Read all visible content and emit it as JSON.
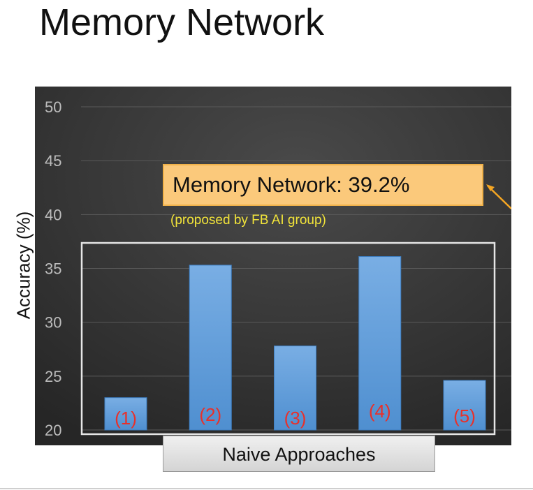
{
  "title": "Memory Network",
  "chart_data": {
    "type": "bar",
    "categories": [
      "(1)",
      "(2)",
      "(3)",
      "(4)",
      "(5)"
    ],
    "values": [
      23.0,
      35.3,
      27.8,
      36.1,
      24.6
    ],
    "xlabel": "Naive Approaches",
    "ylabel": "Accuracy (%)",
    "ylim": [
      20,
      50
    ],
    "yticks": [
      "20",
      "25",
      "30",
      "35",
      "40",
      "45",
      "50"
    ],
    "grid": true,
    "bar_color": "#5b9bd5",
    "label_color": "#e8302a",
    "annotation": {
      "text": "Memory Network: 39.2%",
      "value": 39.2,
      "subtext": "(proposed by FB AI group)",
      "box_color": "#fbc97b",
      "arrow_color": "#f5a623",
      "subtext_color": "#f2e43a"
    }
  }
}
